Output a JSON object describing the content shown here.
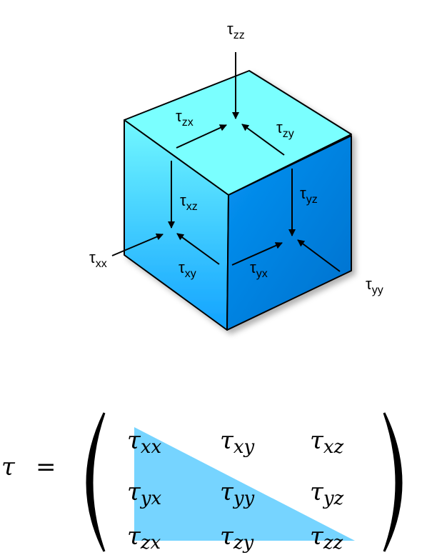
{
  "diagram": {
    "tau_symbol": "τ",
    "cube_labels": {
      "zz": "zz",
      "zx": "zx",
      "zy": "zy",
      "xz": "xz",
      "xx": "xx",
      "xy": "xy",
      "yz": "yz",
      "yx": "yx",
      "yy": "yy"
    },
    "colors": {
      "top_face": "#7affff",
      "left_face_top": "#66f0ff",
      "left_face_bottom": "#1aa8ff",
      "right_face": "#0a85e8",
      "triangle": "#76d4ff"
    }
  },
  "equation": {
    "lhs": "τ",
    "equals": "=",
    "rows": [
      [
        "xx",
        "xy",
        "xz"
      ],
      [
        "yx",
        "yy",
        "yz"
      ],
      [
        "zx",
        "zy",
        "zz"
      ]
    ]
  }
}
